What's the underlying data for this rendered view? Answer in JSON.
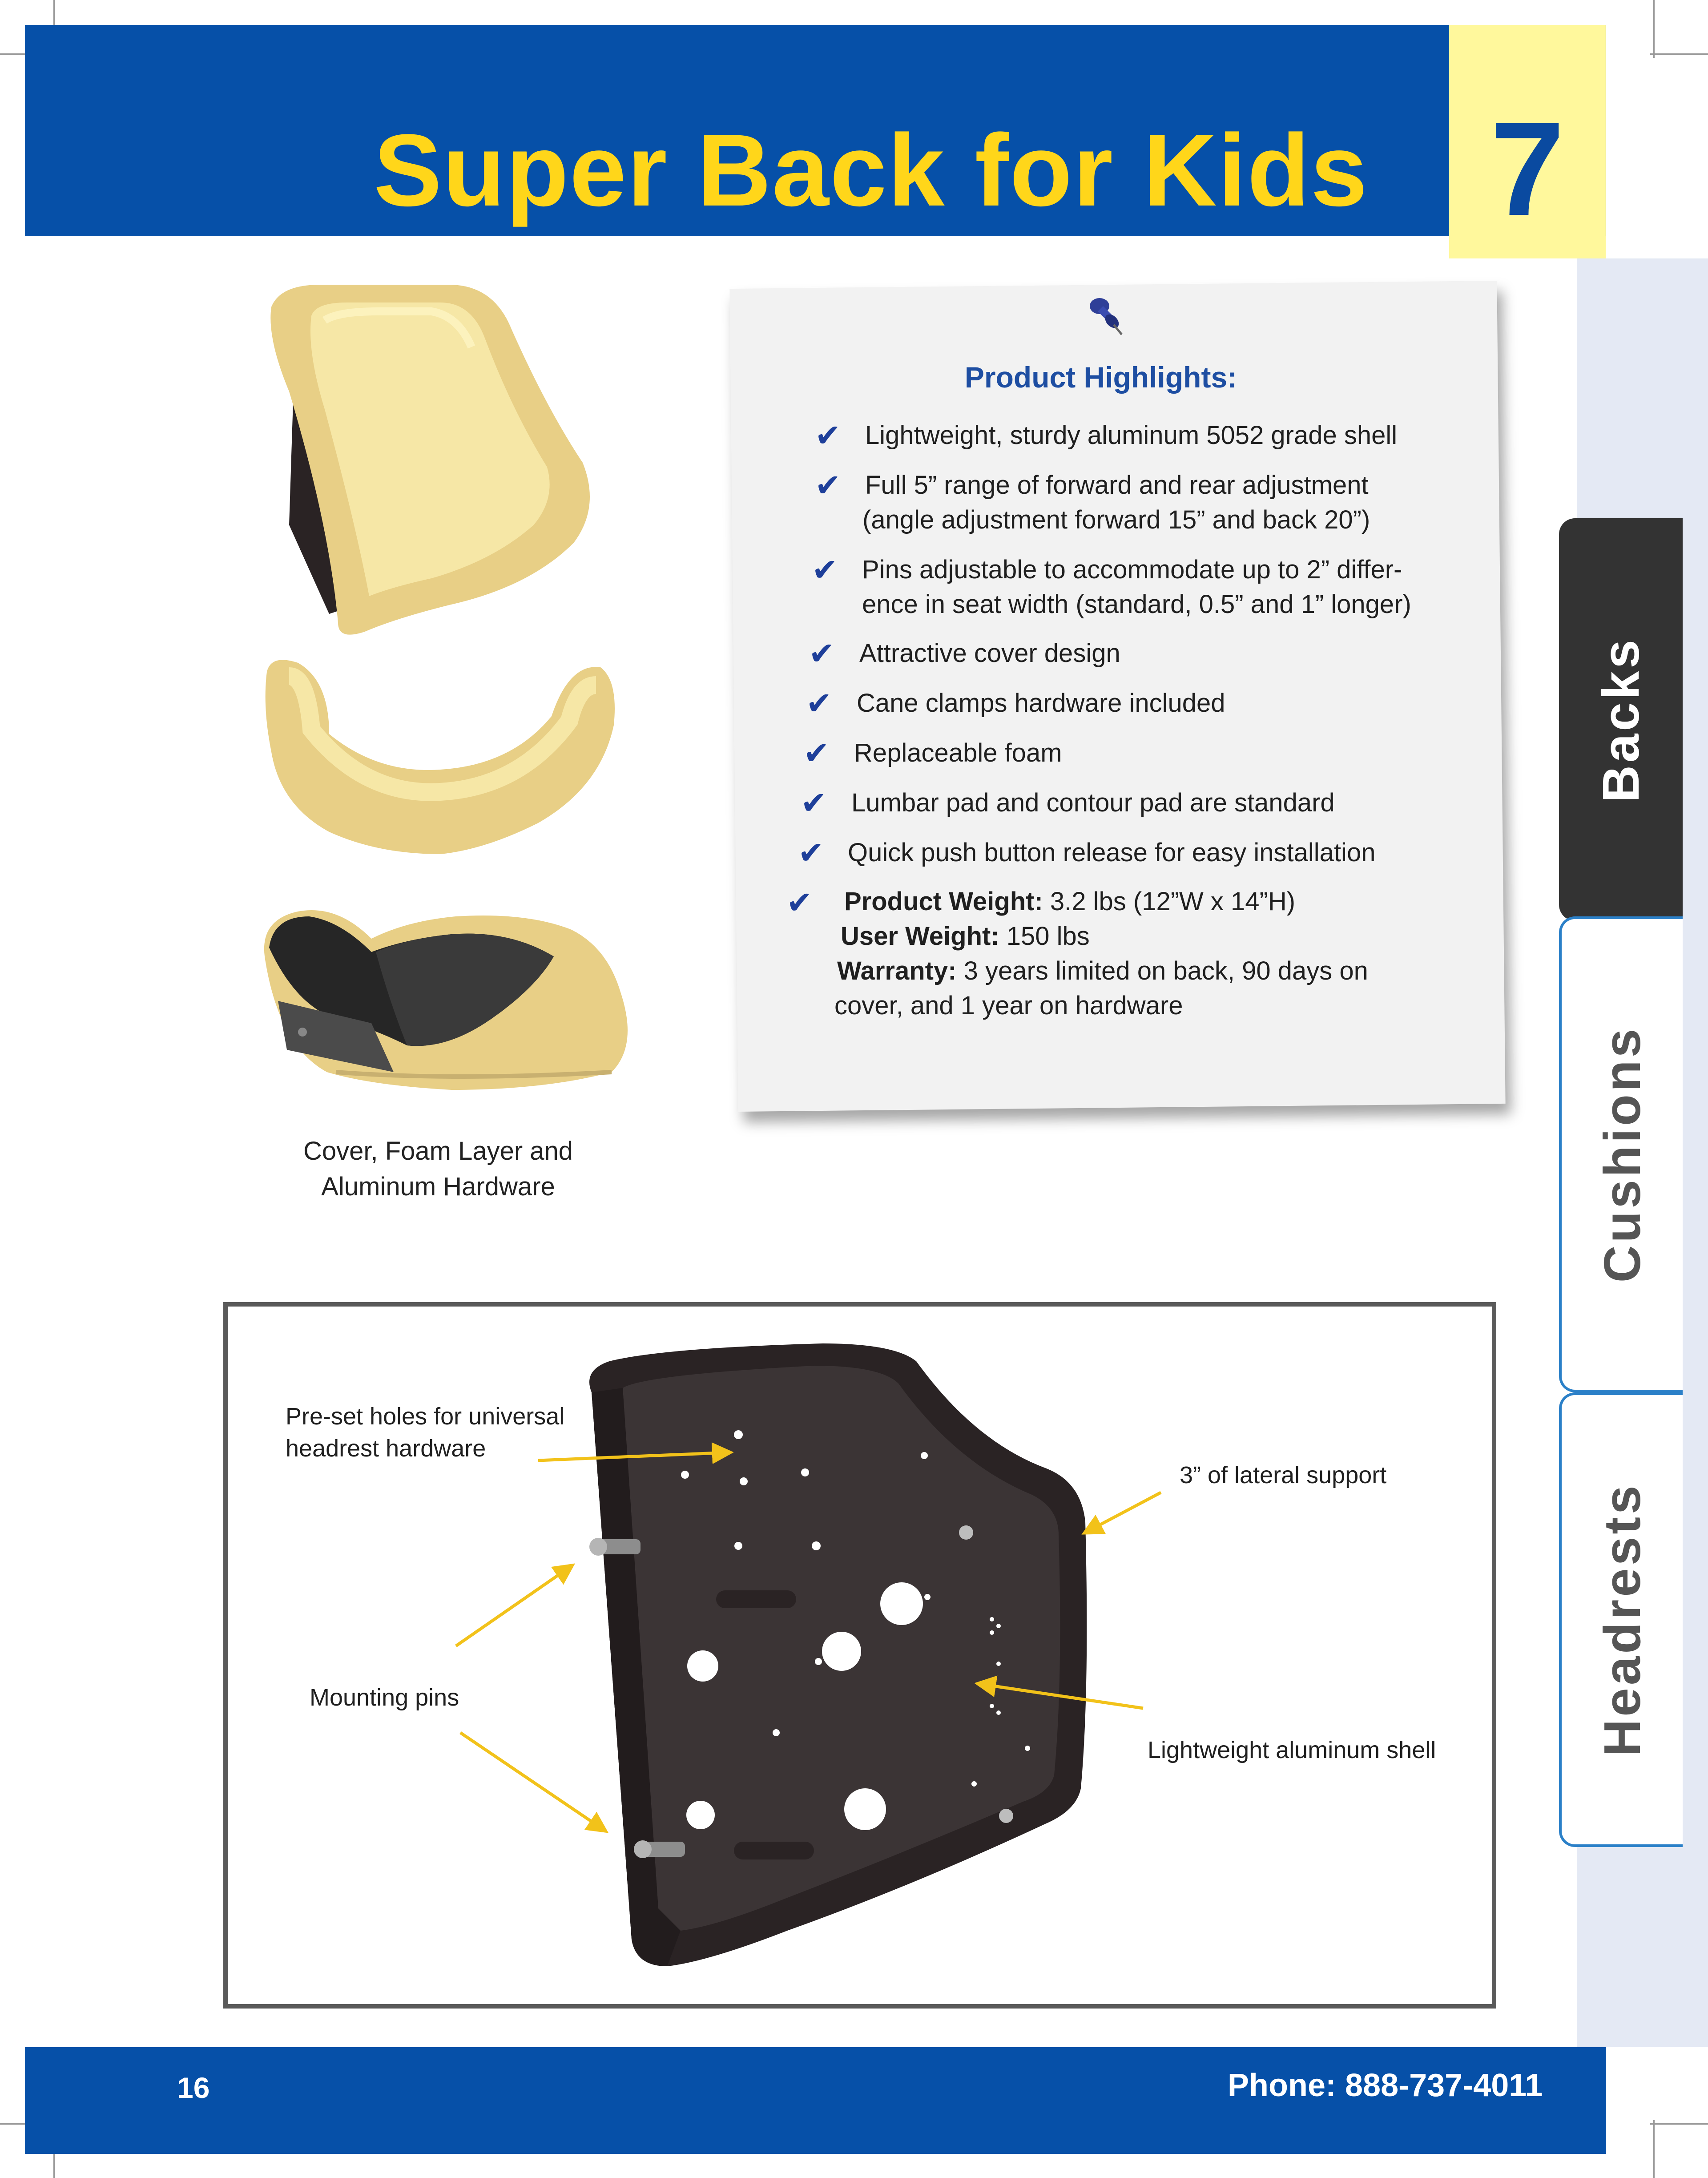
{
  "header": {
    "title": "Super Back for Kids",
    "chapter_number": "7"
  },
  "side_tabs": [
    {
      "label": "Backs",
      "active": true
    },
    {
      "label": "Cushions",
      "active": false
    },
    {
      "label": "Headrests",
      "active": false
    }
  ],
  "colors": {
    "header_blue": "#0650a8",
    "title_yellow": "#ffd61a",
    "chapter_box": "#fff89c",
    "heading_blue": "#1e4ea2",
    "active_tab": "#333333",
    "tab_border": "#2b80c8",
    "arrow_yellow": "#f2c21a"
  },
  "photo_caption": {
    "line1": "Cover, Foam Layer and",
    "line2": "Aluminum Hardware"
  },
  "highlights": {
    "title": "Product Highlights:",
    "items": [
      {
        "lines": [
          "Lightweight, sturdy aluminum 5052 grade shell"
        ]
      },
      {
        "lines": [
          "Full 5” range of forward and rear adjustment",
          "(angle adjustment forward 15” and back 20”)"
        ]
      },
      {
        "lines": [
          "Pins adjustable to accommodate up to 2” differ-",
          "ence in seat width (standard, 0.5” and 1” longer)"
        ]
      },
      {
        "lines": [
          "Attractive cover design"
        ]
      },
      {
        "lines": [
          "Cane clamps hardware included"
        ]
      },
      {
        "lines": [
          "Replaceable foam"
        ]
      },
      {
        "lines": [
          "Lumbar pad and contour pad are standard"
        ]
      },
      {
        "lines": [
          "Quick push button release for easy installation"
        ]
      }
    ],
    "specs": {
      "product_weight_label": "Product Weight:",
      "product_weight_value": " 3.2 lbs (12”W x 14”H)",
      "user_weight_label": "User Weight:",
      "user_weight_value": " 150 lbs",
      "warranty_label": "Warranty:",
      "warranty_value_line1": " 3 years limited on back, 90 days on",
      "warranty_value_line2": "cover, and 1 year on hardware"
    }
  },
  "diagram": {
    "callouts": {
      "preset_holes_line1": "Pre-set holes for universal",
      "preset_holes_line2": "headrest hardware",
      "lateral_support": "3” of lateral support",
      "mounting_pins": "Mounting pins",
      "aluminum_shell": "Lightweight aluminum shell"
    }
  },
  "footer": {
    "page_number": "16",
    "phone": "Phone: 888-737-4011"
  }
}
